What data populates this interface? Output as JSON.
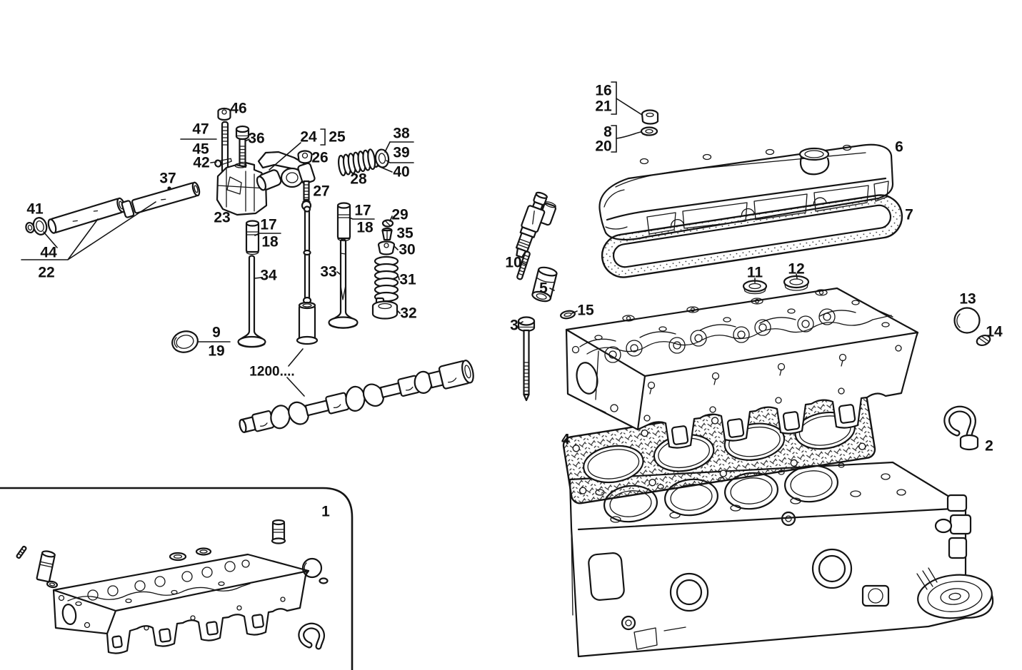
{
  "figure": {
    "type": "exploded-parts-diagram",
    "subject": "Engine cylinder head, valve gear and crankcase - exploded parts view",
    "background": "#ffffff",
    "line_color": "#141414"
  },
  "callouts": [
    {
      "text": "46"
    },
    {
      "text": "47"
    },
    {
      "text": "45"
    },
    {
      "text": "36"
    },
    {
      "text": "42"
    },
    {
      "text": "24"
    },
    {
      "text": "25"
    },
    {
      "text": "26"
    },
    {
      "text": "27"
    },
    {
      "text": "23"
    },
    {
      "text": "38"
    },
    {
      "text": "39"
    },
    {
      "text": "40"
    },
    {
      "text": "28"
    },
    {
      "text": "17"
    },
    {
      "text": "18"
    },
    {
      "text": "29"
    },
    {
      "text": "35"
    },
    {
      "text": "30"
    },
    {
      "text": "31"
    },
    {
      "text": "32"
    },
    {
      "text": "17"
    },
    {
      "text": "18"
    },
    {
      "text": "33"
    },
    {
      "text": "34"
    },
    {
      "text": "37"
    },
    {
      "text": "41"
    },
    {
      "text": "44"
    },
    {
      "text": "22"
    },
    {
      "text": "9"
    },
    {
      "text": "19"
    },
    {
      "text": "1200...."
    },
    {
      "text": "16"
    },
    {
      "text": "21"
    },
    {
      "text": "8"
    },
    {
      "text": "20"
    },
    {
      "text": "6"
    },
    {
      "text": "7"
    },
    {
      "text": "10"
    },
    {
      "text": "5"
    },
    {
      "text": "15"
    },
    {
      "text": "3"
    },
    {
      "text": "11"
    },
    {
      "text": "12"
    },
    {
      "text": "13"
    },
    {
      "text": "14"
    },
    {
      "text": "4"
    },
    {
      "text": "2"
    },
    {
      "text": "1"
    }
  ]
}
